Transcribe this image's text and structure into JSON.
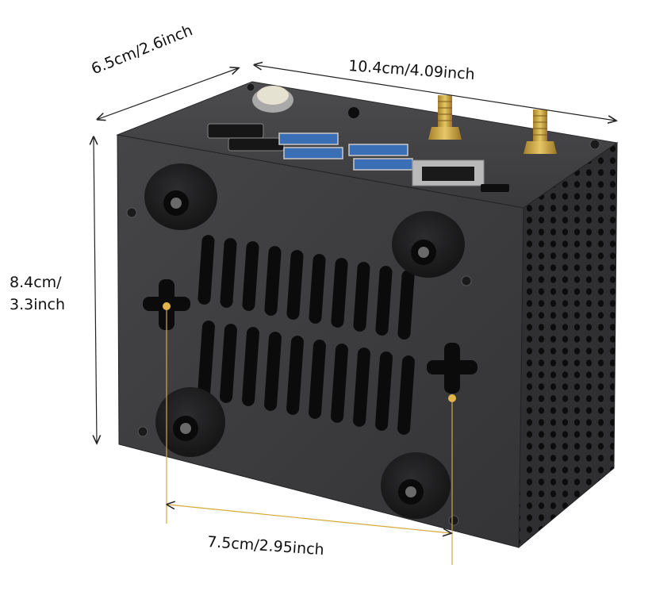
{
  "dimensions": {
    "width": "10.4cm/4.09inch",
    "depth": "6.5cm/2.6inch",
    "height_line1": "8.4cm/",
    "height_line2": "3.3inch",
    "mount_spacing": "7.5cm/2.95inch"
  },
  "colors": {
    "case_body": "#3a3a3c",
    "case_side": "#2e2e30",
    "case_top": "#4a4a4c",
    "rubber_foot": "#1f1f21",
    "usb_port": "#3b6fb5",
    "sma_connector": "#c9a646",
    "guide_line": "#d4a93a",
    "dimension_arrow": "#222222"
  }
}
